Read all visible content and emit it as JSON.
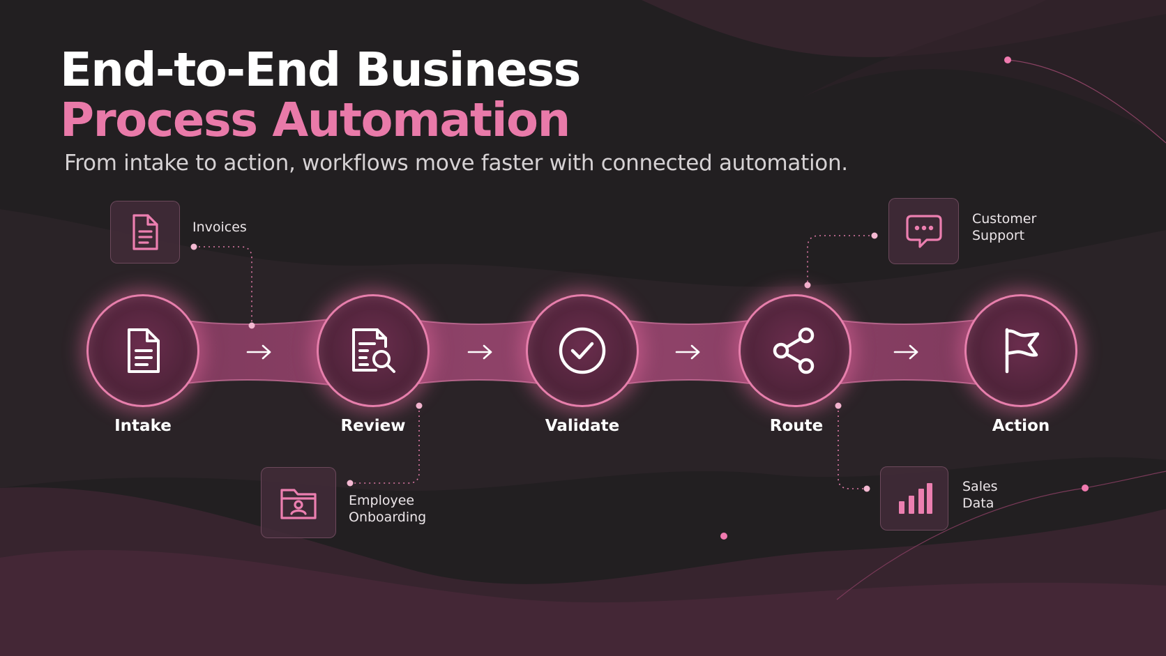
{
  "title": {
    "line1": "End-to-End Business",
    "line2": "Process Automation"
  },
  "subtitle": "From intake to action, workflows move faster with connected automation.",
  "stages": [
    {
      "label": "Intake",
      "icon": "document-icon"
    },
    {
      "label": "Review",
      "icon": "document-search-icon"
    },
    {
      "label": "Validate",
      "icon": "check-circle-icon"
    },
    {
      "label": "Route",
      "icon": "share-nodes-icon"
    },
    {
      "label": "Action",
      "icon": "flag-icon"
    }
  ],
  "sources": {
    "invoices": {
      "label": "Invoices",
      "icon": "document-icon"
    },
    "employee_onboarding": {
      "line1": "Employee",
      "line2": "Onboarding",
      "icon": "folder-user-icon"
    },
    "customer_support": {
      "line1": "Customer",
      "line2": "Support",
      "icon": "chat-bubble-icon"
    },
    "sales_data": {
      "line1": "Sales",
      "line2": "Data",
      "icon": "bar-chart-icon"
    }
  },
  "colors": {
    "background": "#221f21",
    "accent": "#e97aa9",
    "title": "#ffffff",
    "subtitle": "#d6d2d4"
  }
}
